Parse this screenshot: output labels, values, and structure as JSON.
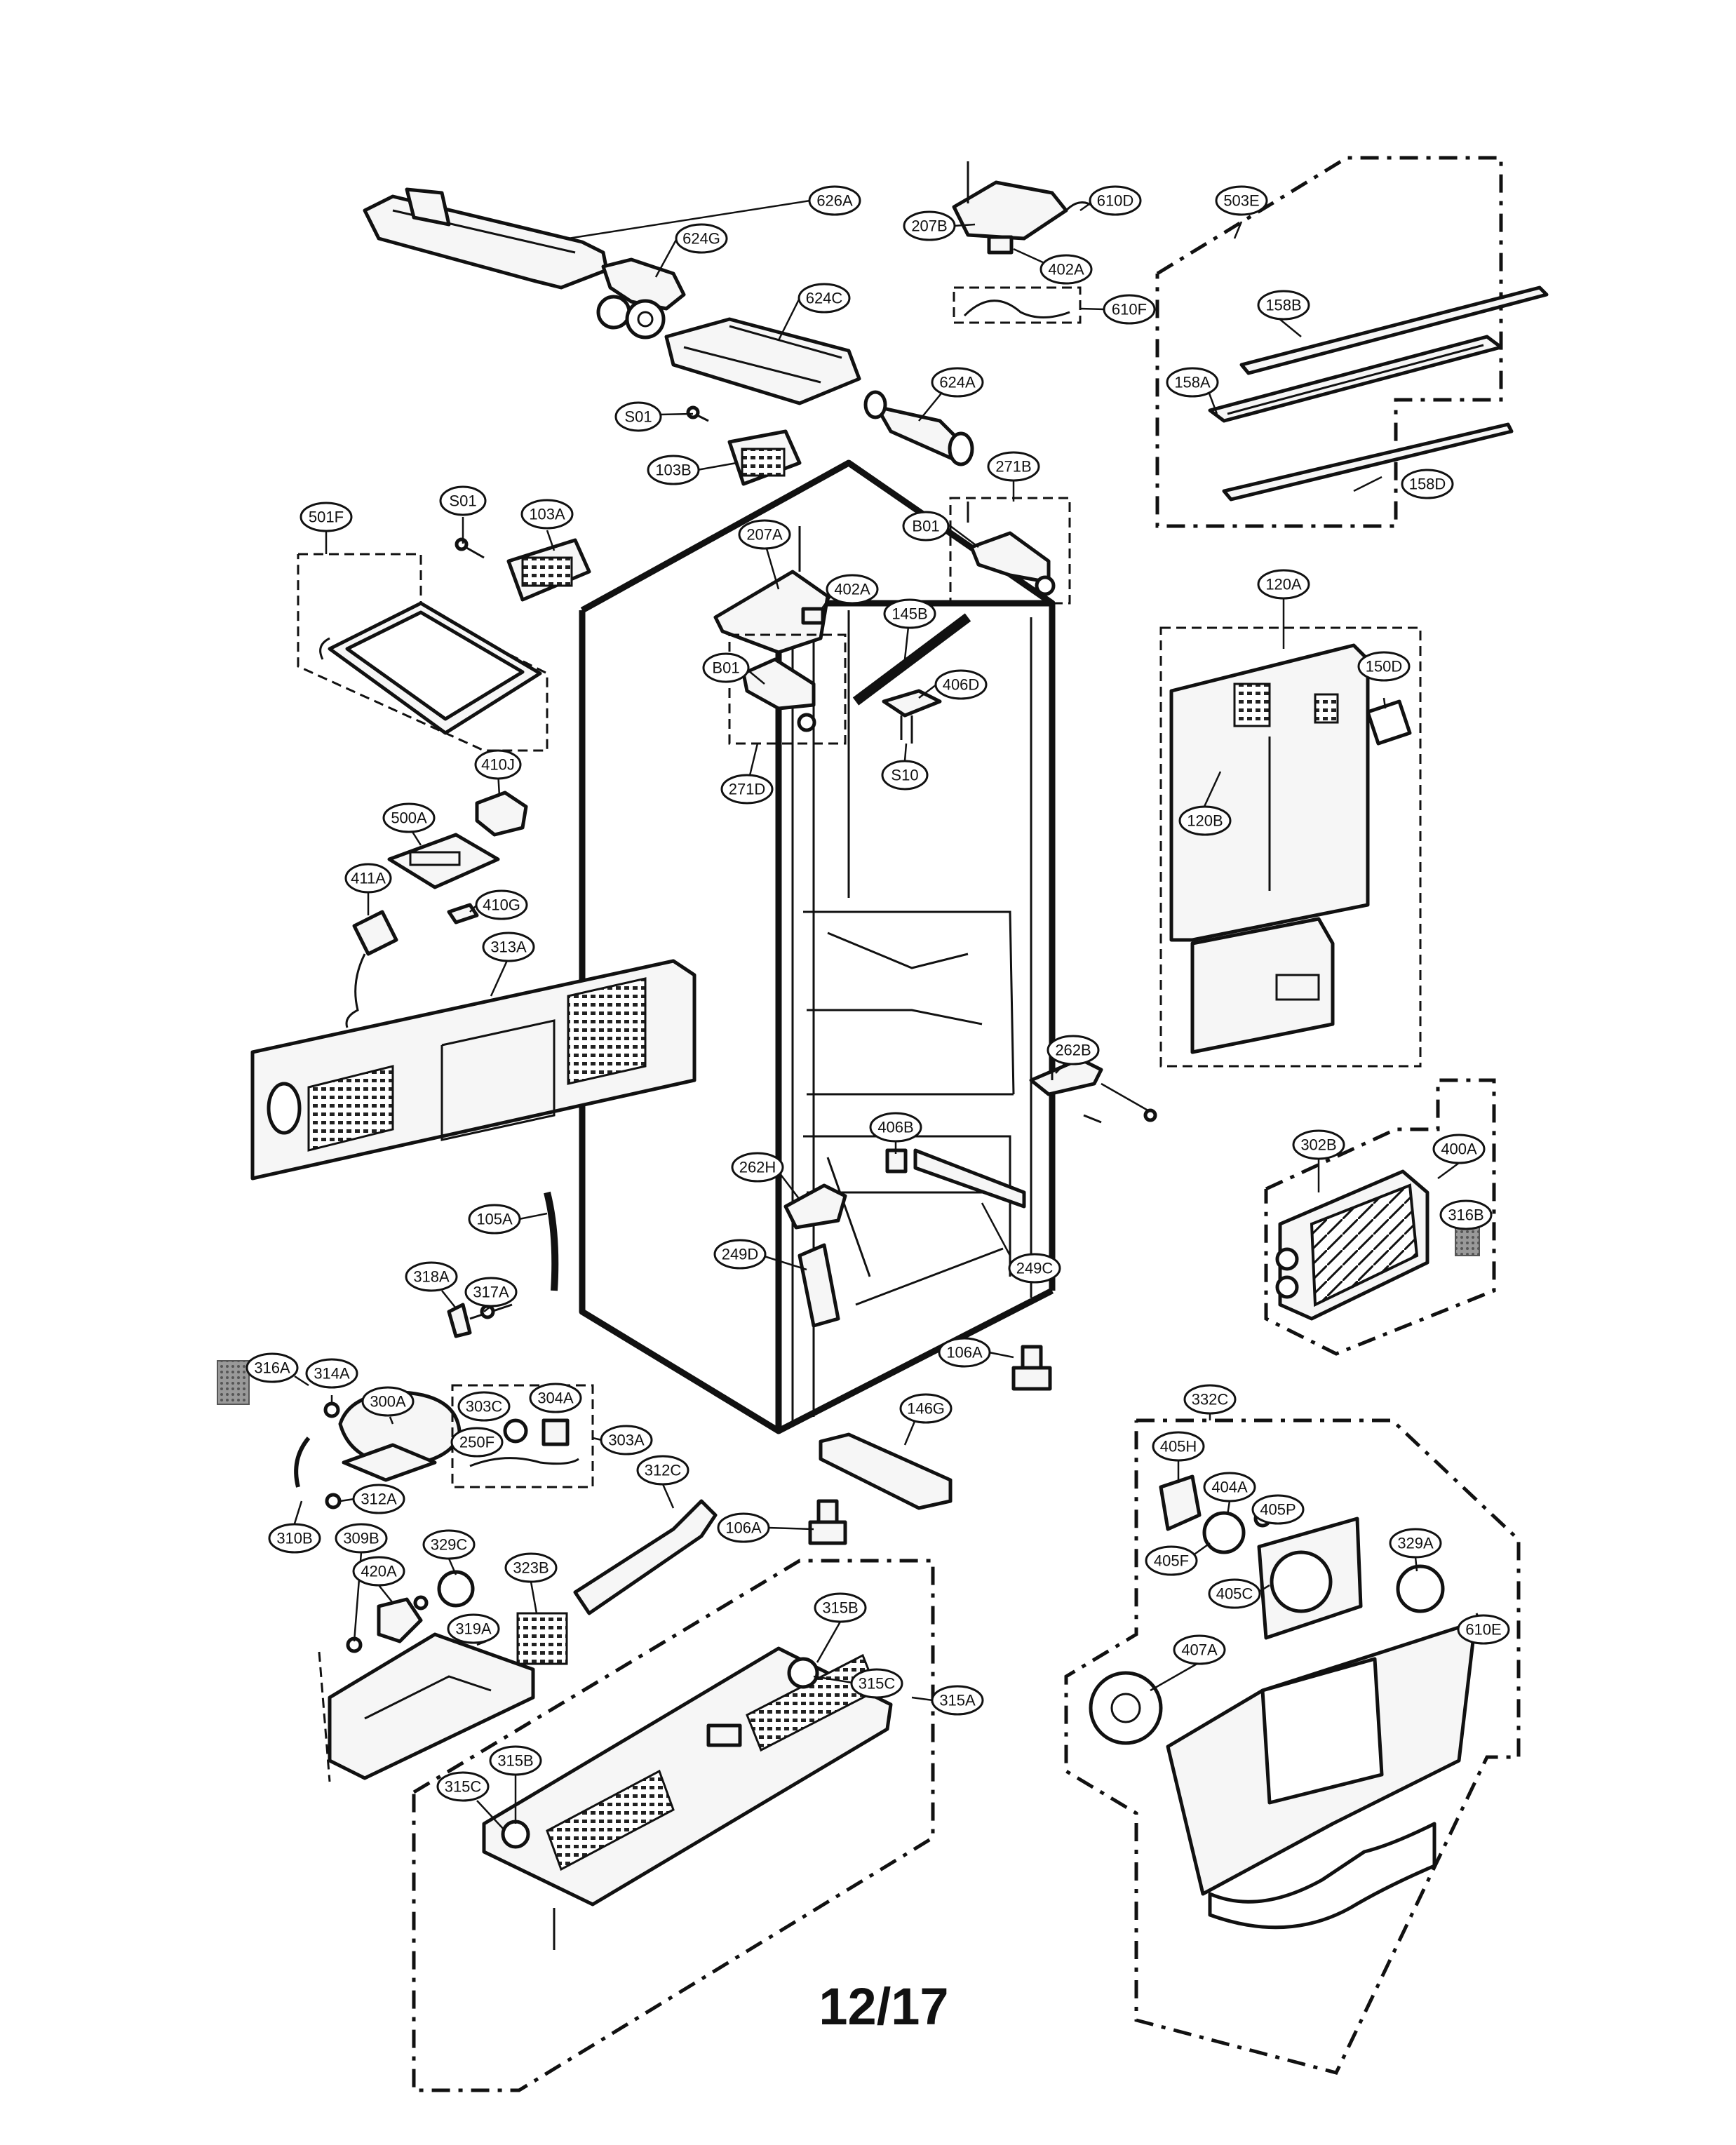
{
  "page_number": "12/17",
  "callouts": [
    "626A",
    "624G",
    "624C",
    "624A",
    "207B",
    "610D",
    "402A",
    "610F",
    "503E",
    "158B",
    "158A",
    "158D",
    "S01",
    "103B",
    "271B",
    "B01",
    "207A",
    "402A",
    "S01",
    "103A",
    "501F",
    "145B",
    "B01",
    "406D",
    "S10",
    "271D",
    "410J",
    "500A",
    "411A",
    "410G",
    "313A",
    "120A",
    "150D",
    "120B",
    "262B",
    "406B",
    "262H",
    "249D",
    "249C",
    "105A",
    "318A",
    "317A",
    "302B",
    "400A",
    "316B",
    "106A",
    "316A",
    "314A",
    "300A",
    "303C",
    "304A",
    "303A",
    "250F",
    "312A",
    "310B",
    "146G",
    "312C",
    "106A",
    "309B",
    "329C",
    "420A",
    "323B",
    "319A",
    "315B",
    "315C",
    "315A",
    "315B",
    "315C",
    "332C",
    "405H",
    "404A",
    "405P",
    "329A",
    "405F",
    "405C",
    "610E",
    "407A"
  ]
}
